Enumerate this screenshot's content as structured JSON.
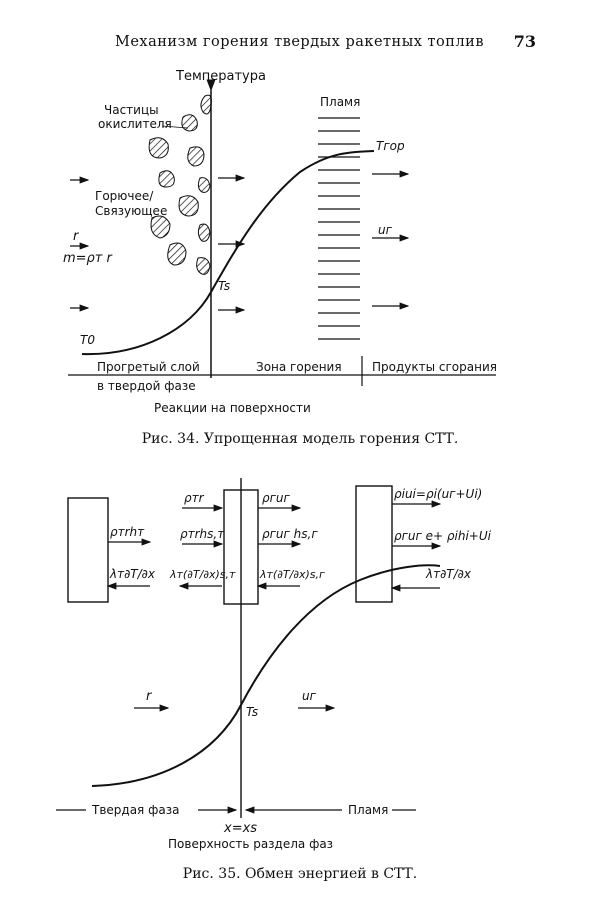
{
  "header": {
    "running_title": "Механизм горения твердых ракетных топлив",
    "page_number": "73"
  },
  "figure34": {
    "temperature_axis": "Температура",
    "oxidizer_particles_line1": "Частицы",
    "oxidizer_particles_line2": "окислителя",
    "fuel_binder_line1": "Горючее/",
    "fuel_binder_line2": "Связующее",
    "rate_r": "r",
    "mass_flux": "m=ρт r",
    "flame": "Пламя",
    "t_flame": "Tгор",
    "u_gas": "uг",
    "t_surface": "Ts",
    "t_initial": "T0",
    "zone_preheated_line1": "Прогретый слой",
    "zone_preheated_line2": "в твердой фазе",
    "zone_combustion": "Зона горения",
    "zone_products": "Продукты сгорания",
    "surface_reactions": "Реакции на поверхности",
    "caption": "Рис. 34. Упрощенная модель горения СТТ."
  },
  "figure35": {
    "left_flux_convective": "ρтrhт",
    "left_flux_conductive": "λт∂T/∂x",
    "surf_in_mass": "ρтr",
    "surf_in_enthalpy": "ρтrhs,т",
    "surf_in_conductive": "λт(∂T/∂x)s,т",
    "surf_out_mass": "ρгuг",
    "surf_out_enthalpy": "ρгuг hs,г",
    "surf_out_conductive": "λт(∂T/∂x)s,г",
    "right_mass_balance": "ρiui=ρi(uг+Ui)",
    "right_energy": "ρгuг e+ ρihi+Ui",
    "right_conductive": "λт∂T/∂x",
    "rate_r": "r",
    "u_gas": "uг",
    "t_surface": "Ts",
    "solid_phase": "Твердая фаза",
    "flame": "Пламя",
    "interface_coordinate": "x=xs",
    "interface_label": "Поверхность раздела фаз",
    "caption": "Рис. 35. Обмен энергией в СТТ."
  }
}
